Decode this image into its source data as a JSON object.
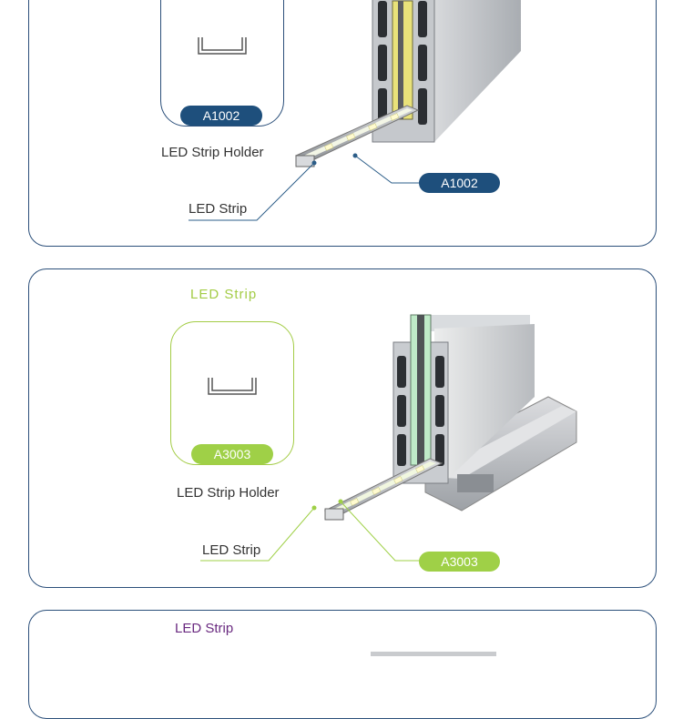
{
  "colors": {
    "navy": "#1e4f7c",
    "lime": "#9fd047",
    "lime_text": "#a3cc45",
    "purple": "#6a2a80",
    "border": "#2b4f7a"
  },
  "panel1": {
    "card_badge": "A1002",
    "holder_label": "LED Strip Holder",
    "strip_label": "LED Strip",
    "callout_badge": "A1002"
  },
  "panel2": {
    "title": "LED Strip",
    "card_badge": "A3003",
    "holder_label": "LED Strip Holder",
    "strip_label": "LED Strip",
    "callout_badge": "A3003"
  },
  "panel3": {
    "title": "LED Strip"
  },
  "icons": [
    "u-channel-icon",
    "glass-railing-profile-illustration"
  ]
}
